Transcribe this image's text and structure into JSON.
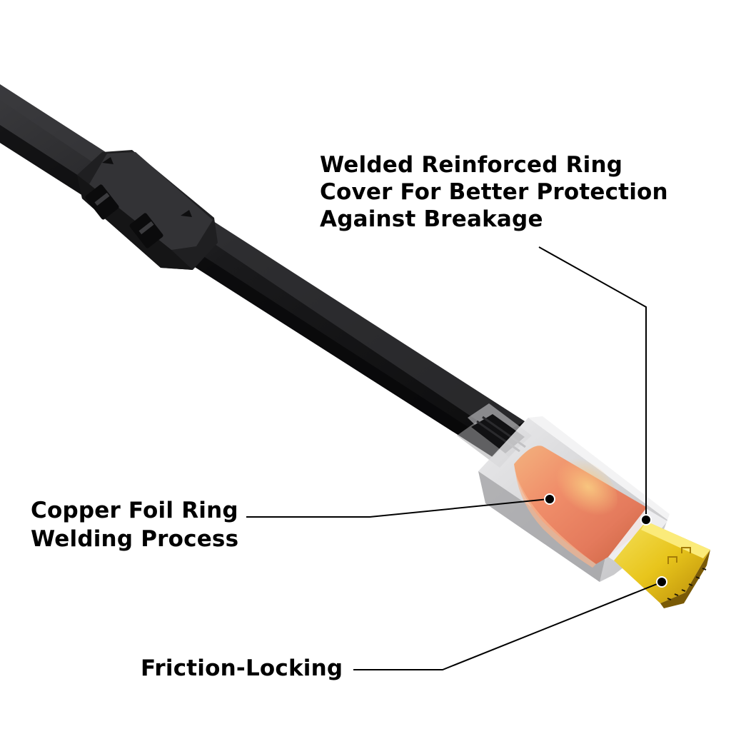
{
  "image": {
    "subject": "HDMI cable with copper foil welded connector",
    "background_color": "#ffffff"
  },
  "callouts": [
    {
      "id": "reinforced-ring",
      "lines": [
        "Welded Reinforced Ring",
        "Cover For Better Protection",
        "Against Breakage"
      ]
    },
    {
      "id": "copper-foil",
      "lines": [
        "Copper Foil Ring",
        "Welding Process"
      ]
    },
    {
      "id": "friction-locking",
      "lines": [
        "Friction-Locking"
      ]
    }
  ],
  "colors": {
    "cable": "#1c1c1e",
    "ferrite_core": "#2a2a2c",
    "copper_shell": "#e9906a",
    "copper_highlight": "#f6c27a",
    "translucent_housing": "#d6d6d8",
    "gold_plug": "#e8c21e",
    "leader_line": "#000000"
  }
}
